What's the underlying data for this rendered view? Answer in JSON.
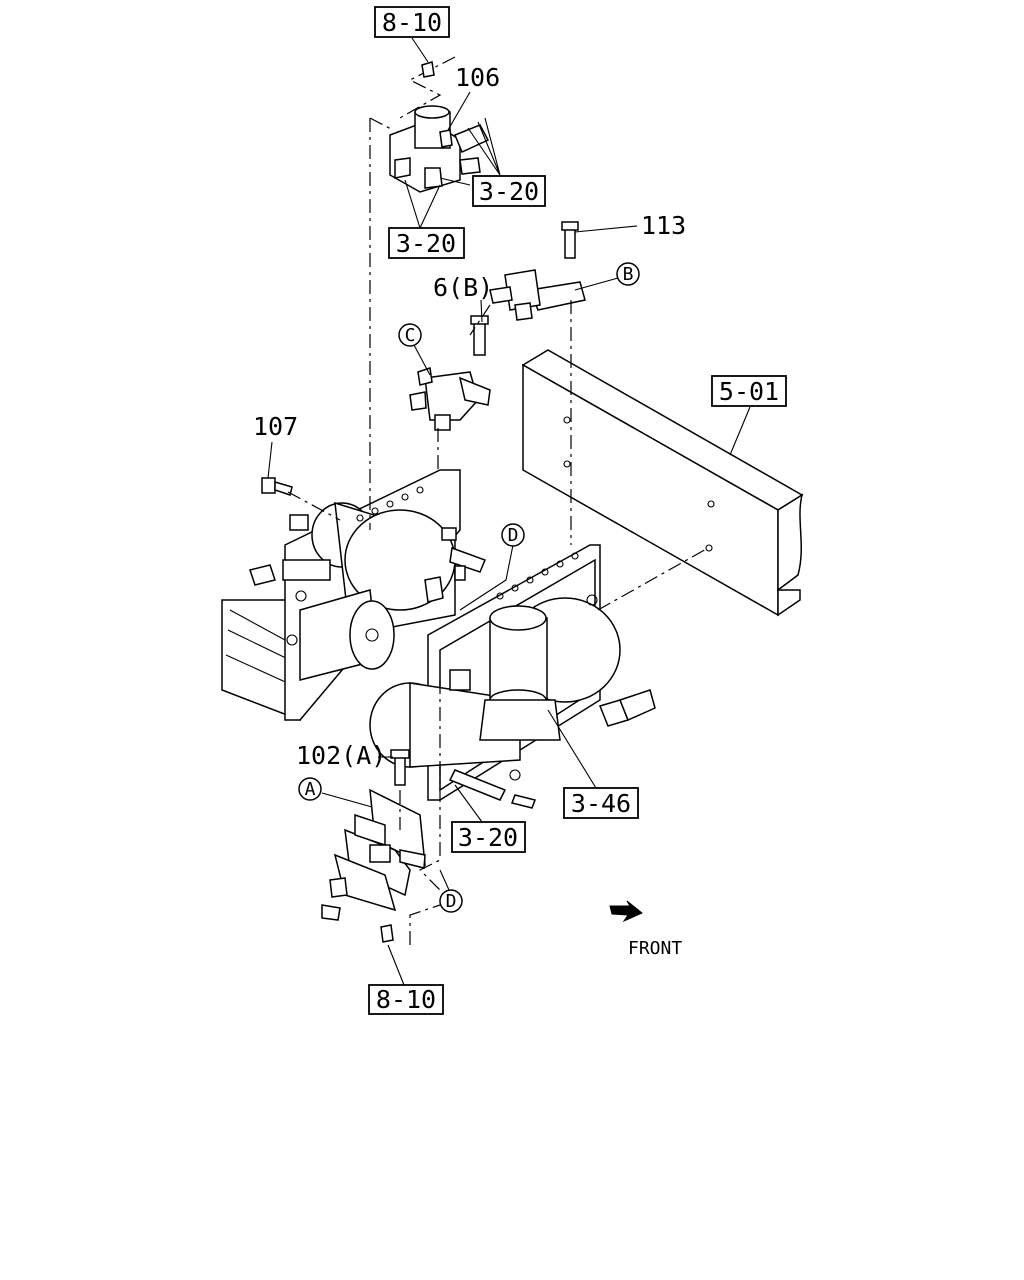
{
  "labels": {
    "ref_8_10_top": "8-10",
    "part_106": "106",
    "ref_3_20_a": "3-20",
    "ref_3_20_b": "3-20",
    "part_113": "113",
    "callout_B": "B",
    "part_6B": "6(B)",
    "callout_C": "C",
    "ref_5_01": "5-01",
    "part_107": "107",
    "callout_D_top": "D",
    "part_102A": "102(A)",
    "callout_A": "A",
    "ref_3_46": "3-46",
    "ref_3_20_c": "3-20",
    "callout_D_bottom": "D",
    "ref_8_10_bottom": "8-10",
    "front": "FRONT"
  },
  "icons": {
    "front_arrow": "front-arrow-icon"
  }
}
